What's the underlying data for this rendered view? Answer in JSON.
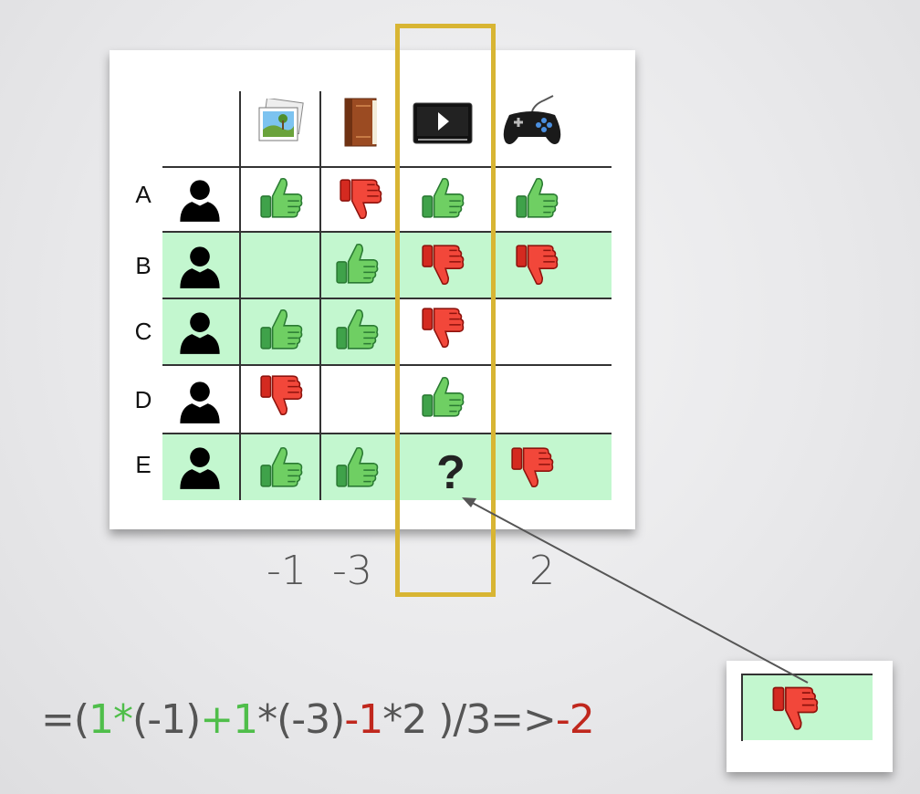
{
  "table": {
    "columns": [
      {
        "name": "photo",
        "icon": "photo-icon"
      },
      {
        "name": "book",
        "icon": "book-icon"
      },
      {
        "name": "video",
        "icon": "video-icon"
      },
      {
        "name": "game",
        "icon": "gamepad-icon"
      }
    ],
    "rows": [
      {
        "label": "A",
        "ratings": [
          "up",
          "down",
          "up",
          "up"
        ],
        "highlighted": false
      },
      {
        "label": "B",
        "ratings": [
          "",
          "up",
          "down",
          "down"
        ],
        "highlighted": true
      },
      {
        "label": "C",
        "ratings": [
          "up",
          "up",
          "down",
          ""
        ],
        "highlighted": true
      },
      {
        "label": "D",
        "ratings": [
          "down",
          "",
          "up",
          ""
        ],
        "highlighted": false
      },
      {
        "label": "E",
        "ratings": [
          "up",
          "up",
          "?",
          "down"
        ],
        "highlighted": true
      }
    ],
    "unknown_mark": "?"
  },
  "scores": [
    "-1",
    "-3",
    "2"
  ],
  "formula": {
    "p1": "=(",
    "w1": "1",
    "star": "*",
    "p2": "(-1)",
    "plus": "+",
    "w2": "1",
    "p3": "*(-3)",
    "minus": "-",
    "w3": "1",
    "p4": "*2 )/3=>",
    "result": "-2"
  },
  "colors": {
    "highlight_row": "#c3f7cf",
    "highlight_column_frame": "#d8b533",
    "thumb_up": "#4caf50",
    "thumb_down": "#e53935",
    "formula_green": "#4fbe4a",
    "formula_red": "#c0271d"
  },
  "inset": {
    "rating": "down"
  }
}
